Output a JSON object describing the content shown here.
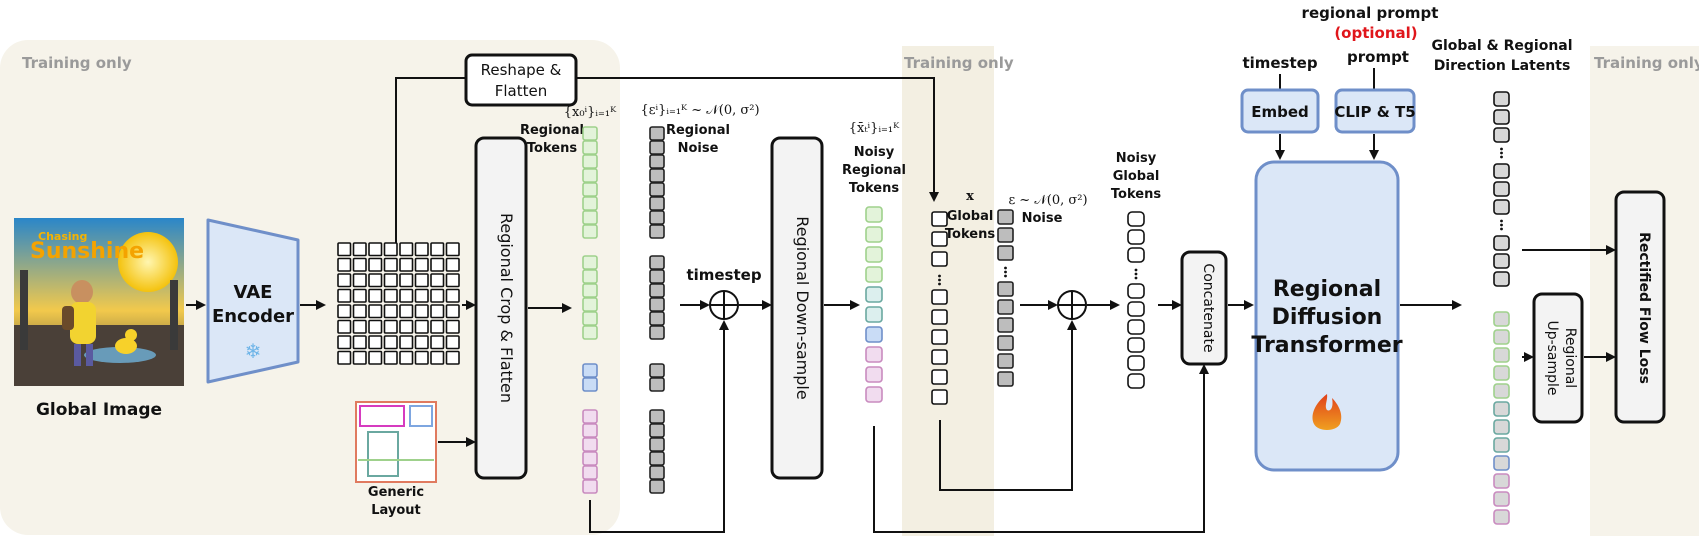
{
  "colors": {
    "training_bg": "#f6f3ea",
    "blue_fill": "#dbe7f7",
    "blue_stroke": "#6f8fc9",
    "green": "#9fd18c",
    "green_fill": "#e3f3da",
    "blue_token": "#c9dcf6",
    "pink": "#c98bbf",
    "pink_fill": "#f1dcef",
    "teal": "#6aa8a0",
    "gray_token": "#bdbdbd",
    "red": "#e0161b"
  },
  "labels": {
    "training_only": "Training only",
    "reshape_flatten_1": "Reshape  &",
    "reshape_flatten_2": "Flatten",
    "global_image": "Global Image",
    "vae_1": "VAE",
    "vae_2": "Encoder",
    "regional_crop": "Regional Crop  & Flatten",
    "generic_layout_1": "Generic",
    "generic_layout_2": "Layout",
    "regional_tokens_math": "{x₀ⁱ}ᵢ₌₁ᴷ",
    "regional_tokens_1": "Regional",
    "regional_tokens_2": "Tokens",
    "noise_math": "{εⁱ}ᵢ₌₁ᴷ ~ 𝒩(0, σ²)",
    "regional_noise_1": "Regional",
    "regional_noise_2": "Noise",
    "timestep": "timestep",
    "regional_downsample": "Regional Down-sample",
    "noisy_regional_math": "{x̄ₜⁱ}ᵢ₌₁ᴷ",
    "noisy_regional_1": "Noisy",
    "noisy_regional_2": "Regional",
    "noisy_regional_3": "Tokens",
    "x_math": "x",
    "global_tokens_1": "Global",
    "global_tokens_2": "Tokens",
    "noise2_math": "ε ~ 𝒩(0, σ²)",
    "noise2": "Noise",
    "noisy_global_1": "Noisy",
    "noisy_global_2": "Global",
    "noisy_global_3": "Tokens",
    "concatenate": "Concatenate",
    "embed": "Embed",
    "clip_t5": "CLIP & T5",
    "regional_prompt": "regional prompt",
    "optional": "(optional)",
    "prompt": "prompt",
    "rdt_1": "Regional",
    "rdt_2": "Diffusion",
    "rdt_3": "Transformer",
    "latents_1": "Global & Regional",
    "latents_2": "Direction Latents",
    "regional_upsample_1": "Regional",
    "regional_upsample_2": "Up-sample",
    "rectified_flow_loss": "Rectified Flow Loss",
    "image_text_1": "Chasing",
    "image_text_2": "Sunshine"
  }
}
